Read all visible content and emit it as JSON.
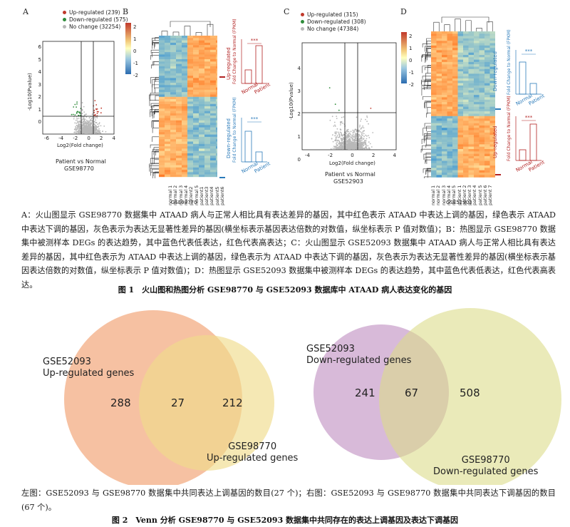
{
  "fig1": {
    "panels": {
      "a": "A",
      "b": "B",
      "c": "C",
      "d": "D"
    },
    "volcano_a": {
      "legend": [
        "Up-regulated (239)",
        "Down-regulated (575)",
        "No change (32254)"
      ],
      "ylabel": "-Log10(Pvalue)",
      "xlabel": "Log2(Fold change)",
      "yticks": [
        "6",
        "5",
        "4",
        "3",
        "2",
        "1",
        "0"
      ],
      "xticks": [
        "-6",
        "-4",
        "-2",
        "0",
        "2",
        "4"
      ],
      "caption_line1": "Patient vs Normal",
      "caption_line2": "GSE98770"
    },
    "volcano_c": {
      "legend": [
        "Up-regulated (315)",
        "Down-regulated (308)",
        "No change (47384)"
      ],
      "ylabel": "-Log10(Pvalue)",
      "xlabel": "Log2(Fold change)",
      "yticks": [
        "4",
        "3",
        "2",
        "1",
        "0"
      ],
      "xticks": [
        "-4",
        "-2",
        "0",
        "2",
        "4"
      ],
      "caption_line1": "Patient vs Normal",
      "caption_line2": "GSE52903"
    },
    "heatmap_b": {
      "scale": [
        "2",
        "1",
        "0",
        "-1",
        "-2"
      ],
      "dataset": "GSE98770",
      "samples": [
        "normal 1",
        "normal 2",
        "normal 3",
        "normal 4",
        "patient2",
        "normal 5",
        "patient1",
        "patient3",
        "patient4",
        "patient5",
        "patient6"
      ],
      "up_label": "Up-regulated",
      "down_label": "Down-regulated",
      "bar_ylabel": "Fold Change to Normal (FPKM)",
      "bar_x": [
        "Normal",
        "Patient"
      ],
      "sig": "***"
    },
    "heatmap_d": {
      "scale": [
        "2",
        "1",
        "0",
        "-1",
        "-2"
      ],
      "dataset": "GSE52903",
      "samples": [
        "normal 1",
        "normal 2",
        "normal 3",
        "normal 4",
        "normal 5",
        "patient 1",
        "patient 2",
        "patient 3",
        "patient 4",
        "patient 5",
        "patient 6",
        "patient 7"
      ],
      "up_label": "Up-regulated",
      "down_label": "Down-regulated",
      "bar_ylabel": "Fold Change to Normal (FPKM)",
      "bar_x": [
        "Normal",
        "Patient"
      ],
      "sig": "***"
    },
    "caption": "A：火山图显示 GSE98770 数据集中 ATAAD 病人与正常人相比具有表达差异的基因，其中红色表示 ATAAD 中表达上调的基因，绿色表示 ATAAD 中表达下调的基因，灰色表示为表达无显著性差异的基因(横坐标表示基因表达倍数的对数值，纵坐标表示 P 值对数值)；B：热图显示 GSE98770 数据集中被测样本 DEGs 的表达趋势，其中蓝色代表低表达，红色代表高表达；C：火山图显示 GSE52093 数据集中 ATAAD 病人与正常人相比具有表达差异的基因，其中红色表示为 ATAAD 中表达上调的基因，绿色表示为 ATAAD 中表达下调的基因，灰色表示为表达无显著性差异的基因(横坐标表示基因表达倍数的对数值，纵坐标表示 P 值对数值)；D：热图显示 GSE52093 数据集中被测样本 DEGs 的表达趋势，其中蓝色代表低表达，红色代表高表达。",
    "title": "图 1　火山图和热图分析 GSE98770 与 GSE52093 数据库中 ATAAD 病人表达变化的基因"
  },
  "fig2": {
    "left": {
      "set_a_line1": "GSE52093",
      "set_a_line2": "Up-regulated genes",
      "set_b_line1": "GSE98770",
      "set_b_line2": "Up-regulated genes",
      "only_a": "288",
      "both": "27",
      "only_b": "212"
    },
    "right": {
      "set_a_line1": "GSE52093",
      "set_a_line2": "Down-regulated genes",
      "set_b_line1": "GSE98770",
      "set_b_line2": "Down-regulated genes",
      "only_a": "241",
      "both": "67",
      "only_b": "508"
    },
    "caption": "左图：GSE52093 与 GSE98770 数据集中共同表达上调基因的数目(27 个)；右图：GSE52093 与 GSE98770 数据集中共同表达下调基因的数目(67 个)。",
    "title": "图 2　Venn 分析 GSE98770 与 GSE52093 数据集中共同存在的表达上调基因及表达下调基因"
  },
  "colors": {
    "up": "#c0392b",
    "down": "#2e8b3a",
    "nochange": "#b8b8b8",
    "blue": "#2b7bba",
    "red": "#b22222",
    "venn_orange": "#f2a77a",
    "venn_yellow": "#f0dc8c",
    "venn_purple": "#c79cc9",
    "venn_olive": "#dcdc8a"
  }
}
